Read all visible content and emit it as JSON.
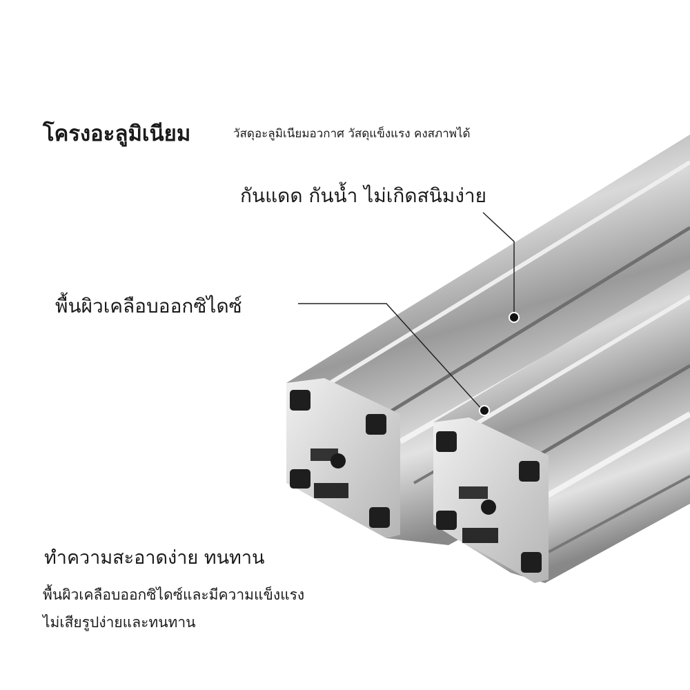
{
  "header": {
    "title": "โครงอะลูมิเนียม",
    "subtitle": "วัสดุอะลูมิเนียมอวกาศ วัสดุแข็งแรง คงสภาพได้"
  },
  "callouts": [
    {
      "label": "กันแดด กันน้ำ ไม่เกิดสนิมง่าย"
    },
    {
      "label": "พื้นผิวเคลือบออกซิไดซ์"
    }
  ],
  "feature": {
    "heading": "ทำความสะอาดง่าย ทนทาน",
    "lines": [
      "พื้นผิวเคลือบออกซิไดซ์และมีความแข็งแรง",
      "ไม่เสียรูปง่ายและทนทาน"
    ]
  },
  "colors": {
    "metal_light": "#e6e6e6",
    "metal_mid": "#a9a9a9",
    "metal_dark": "#5e5e5e",
    "text": "#1a1a1a"
  }
}
